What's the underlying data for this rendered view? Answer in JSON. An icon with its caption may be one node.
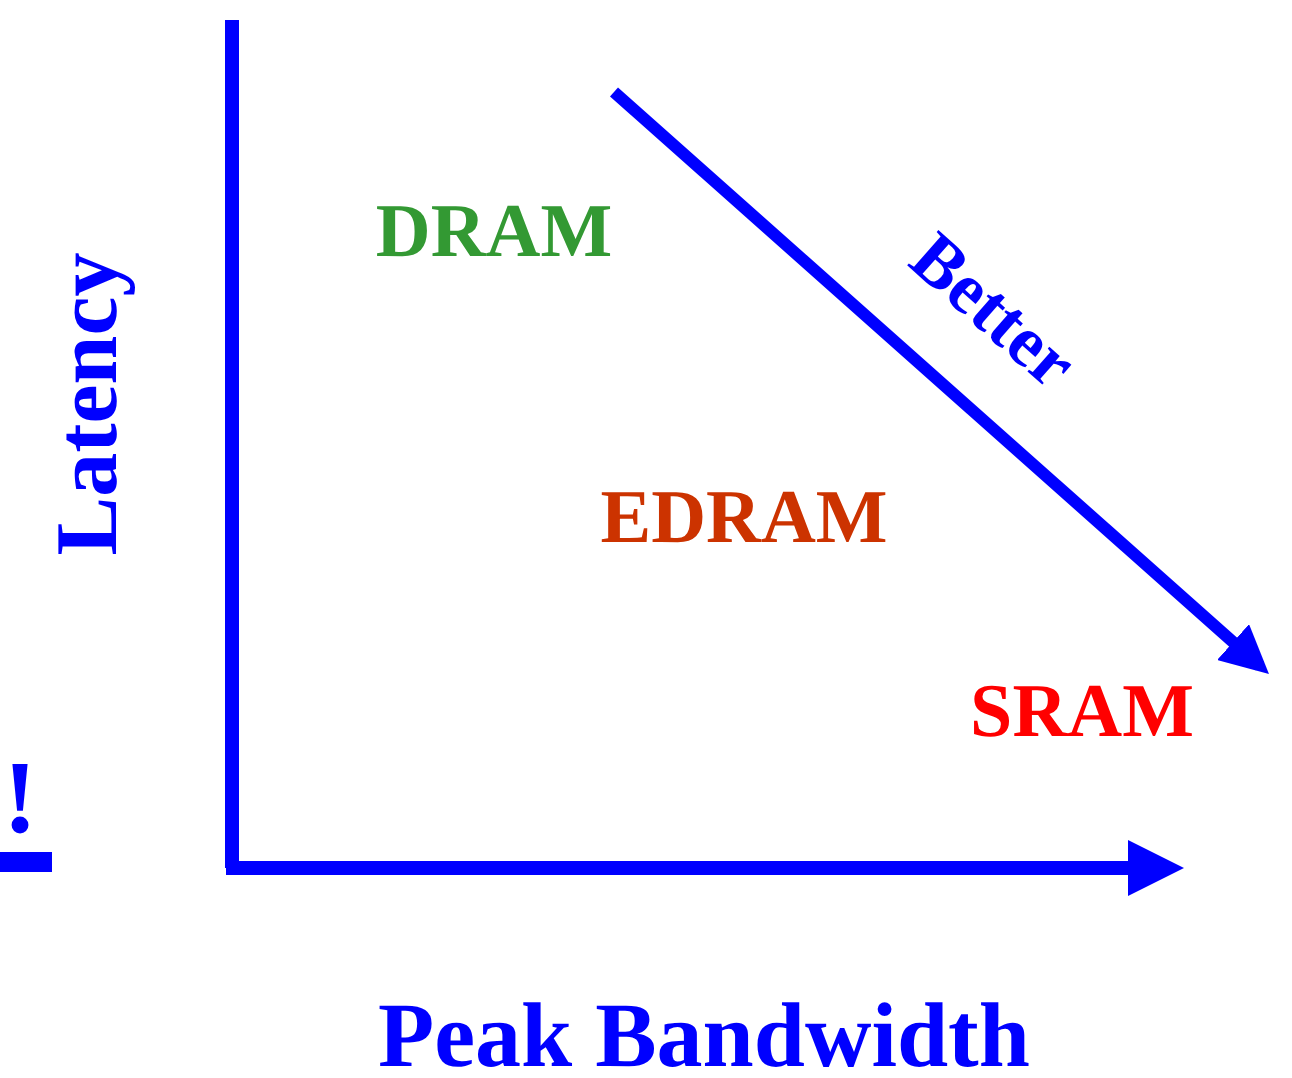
{
  "diagram": {
    "labels": [
      "DRAM",
      "Better",
      "Latency",
      "EDRAM",
      "SRAM",
      "!",
      "Peak Bandwidth"
    ]
  }
}
